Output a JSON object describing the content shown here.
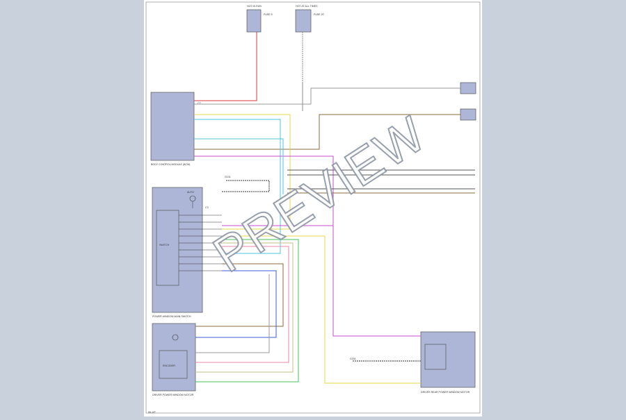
{
  "watermark": "PREVIEW",
  "blocks": {
    "top_left_header": "HOT IN RUN",
    "top_right_header": "HOT AT ALL TIMES",
    "fuse_left": "FUSE 5",
    "fuse_right": "FUSE 20",
    "bcm_name": "BODY CONTROL MODULE (BCM)",
    "switch_name": "POWER WINDOW MAIN SWITCH",
    "motor_name": "DRIVER POWER WINDOW MOTOR",
    "rear_module_name": "DRIVER REAR POWER WINDOW MOTOR",
    "page_number": "59-1/P"
  },
  "labels": {
    "switch_inner": "SWITCH",
    "motor_inner": "ENCODER",
    "auto_label": "AUTO",
    "ground_left": "G101",
    "ground_right": "G201",
    "conn_left": "C2",
    "conn_right": "C3"
  }
}
